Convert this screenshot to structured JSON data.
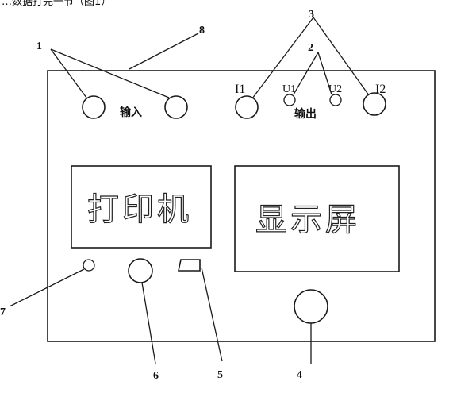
{
  "caption_fragment": "…数据打完一节（图1）",
  "callouts": {
    "c1": "1",
    "c2": "2",
    "c3": "3",
    "c4": "4",
    "c5": "5",
    "c6": "6",
    "c7": "7",
    "c8": "8"
  },
  "panel_labels": {
    "input": "输入",
    "output": "输出",
    "printer": "打印机",
    "display": "显示屏"
  },
  "port_labels": {
    "i1": "I1",
    "u1": "U1",
    "u2": "U2",
    "i2": "I2"
  }
}
